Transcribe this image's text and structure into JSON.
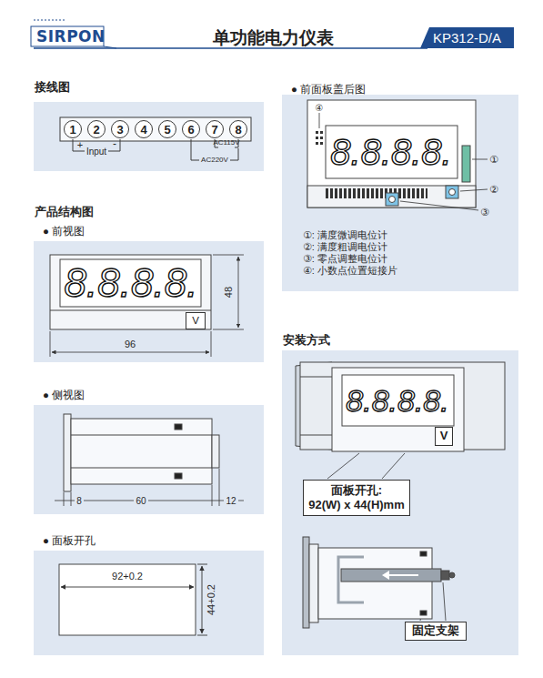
{
  "diagram": {
    "title": "单功能电力仪表",
    "nodes": [
      {
        "text": [
          "KP312-D/A"
        ]
      },
      {
        "text": [
          "接线图"
        ]
      },
      {
        "text": [
          "1"
        ],
        "in": 1
      },
      {
        "text": [
          "2"
        ],
        "in": 1
      },
      {
        "text": [
          "3"
        ],
        "in": 1
      },
      {
        "text": [
          "4"
        ],
        "in": 1
      },
      {
        "text": [
          "5"
        ],
        "in": 1
      },
      {
        "text": [
          "6"
        ],
        "in": 1
      },
      {
        "text": [
          "7"
        ],
        "in": 1
      },
      {
        "text": [
          "8"
        ],
        "in": 1
      },
      {
        "text": [
          "● 前视图"
        ]
      },
      {
        "text": [
          "V"
        ],
        "in": 10
      },
      {
        "text": [
          "● 侧视图"
        ]
      },
      {
        "text": [
          "● 面板开孔"
        ]
      },
      {
        "text": [
          "● 前面板盖后图"
        ]
      },
      {
        "text": [
          "安装方式"
        ]
      },
      {
        "text": [
          "V"
        ],
        "in": 15
      },
      {
        "text": [
          "面板开孔:",
          "92(W) x 44(H)mm"
        ],
        "in": 15
      },
      {
        "text": [
          "固定支架"
        ],
        "in": 15
      }
    ],
    "labels": [
      "SIRPON",
      "+",
      "Input",
      "-",
      "AC115V",
      "AC220V",
      "产品结构图",
      "8.8.8.8.",
      "48",
      "96",
      "8",
      "60",
      "12",
      "92+0.2",
      "44+0.2",
      "④",
      "8.8.8.8.",
      "①",
      "②",
      "③",
      "①: 满度微调电位计",
      "②: 满度粗调电位计",
      "③: 零点调整电位计",
      "④: 小数点位置短接片",
      "8.8.8.8."
    ]
  }
}
